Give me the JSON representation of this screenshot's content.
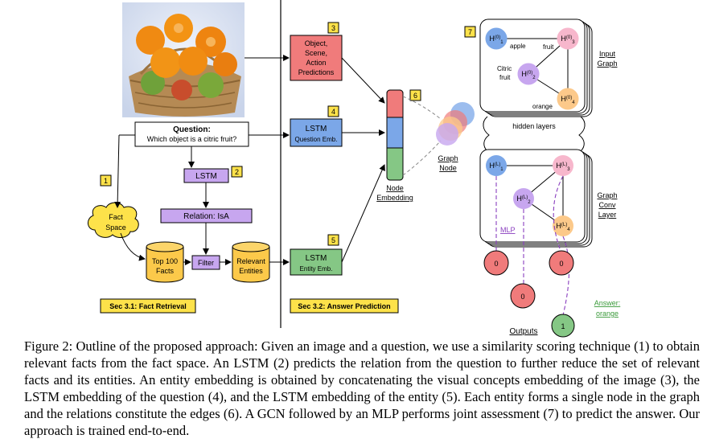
{
  "markers": {
    "m1": "1",
    "m2": "2",
    "m3": "3",
    "m4": "4",
    "m5": "5",
    "m6": "6",
    "m7": "7"
  },
  "left": {
    "question_title": "Question:",
    "question_text": "Which object is a citric fruit?",
    "lstm": "LSTM",
    "relation": "Relation: IsA",
    "fact_space": [
      "Fact",
      "Space"
    ],
    "top_facts": [
      "Top 100",
      "Facts"
    ],
    "filter": "Filter",
    "relevant_entities": [
      "Relevant",
      "Entities"
    ],
    "section_label": "Sec 3.1: Fact Retrieval"
  },
  "middle": {
    "visual_box": [
      "Object,",
      "Scene,",
      "Action",
      "Predictions"
    ],
    "lstm_question": {
      "title": "LSTM",
      "sub": "Question Emb."
    },
    "lstm_entity": {
      "title": "LSTM",
      "sub": "Entity Emb."
    },
    "node_embedding": [
      "Node",
      "Embedding"
    ],
    "graph_node": [
      "Graph",
      "Node"
    ],
    "section_label": "Sec 3.2: Answer Prediction"
  },
  "right": {
    "input_graph": [
      "Input",
      "Graph"
    ],
    "input_nodes": [
      {
        "label": "H(0)1",
        "name": "apple"
      },
      {
        "label": "H(0)2",
        "name": "Citric fruit"
      },
      {
        "label": "H(0)3",
        "name": "fruit"
      },
      {
        "label": "H(0)4",
        "name": "orange"
      }
    ],
    "input_node_label": {
      "h": "H",
      "sup": "(0)",
      "subs": [
        "1",
        "2",
        "3",
        "4"
      ]
    },
    "input_names": {
      "apple": "apple",
      "fruit": "fruit",
      "citric1": "Citric",
      "citric2": "fruit",
      "orange": "orange"
    },
    "hidden_layers": "hidden layers",
    "gcn_node_label": {
      "h": "H",
      "sup": "(L)",
      "subs": [
        "1",
        "2",
        "3",
        "4"
      ]
    },
    "gcn_layer": [
      "Graph",
      "Conv",
      "Layer"
    ],
    "mlp": "MLP",
    "output_values": [
      "0",
      "0",
      "0",
      "1"
    ],
    "outputs_label": "Outputs",
    "answer": [
      "Answer:",
      "orange"
    ]
  },
  "caption": {
    "head": "Figure 2:",
    "text": "Outline of the proposed approach: Given an image and a question, we use a similarity scoring technique (1) to obtain relevant facts from the fact space. An LSTM (2) predicts the relation from the question to further reduce the set of relevant facts and its entities. An entity embedding is obtained by concatenating the visual concepts embedding of the image (3), the LSTM embedding of the question (4), and the LSTM embedding of the entity (5). Each entity forms a single node in the graph and the relations constitute the edges (6). A GCN followed by an MLP performs joint assessment (7) to predict the answer. Our approach is trained end-to-end."
  },
  "colors": {
    "yellow": "#fde24a",
    "red": "#f07b7b",
    "blue": "#7ba7e8",
    "green": "#85c785",
    "purple": "#c7a6ef",
    "pink": "#f7b7cc",
    "orange": "#fcc98a",
    "lightblue": "#a9c6f3",
    "answer_green": "#3a9a3a",
    "mlp_purple": "#8a3fbf"
  }
}
